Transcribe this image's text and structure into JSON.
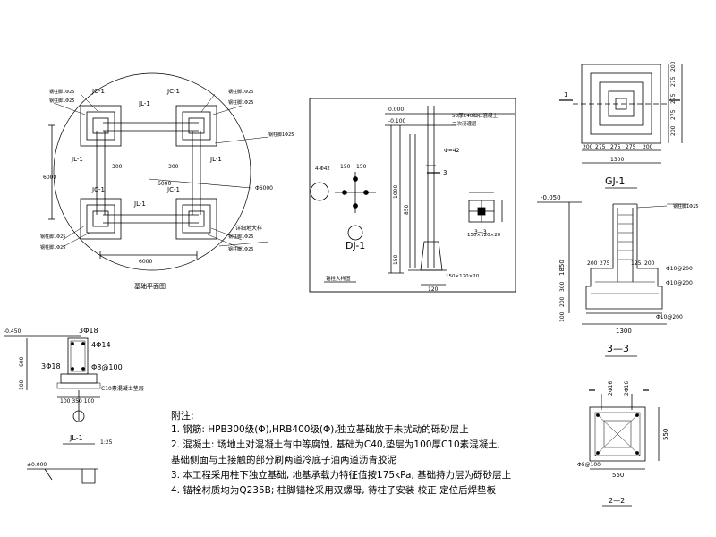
{
  "plan": {
    "title": "基础平面图",
    "jc_labels": [
      "JC-1",
      "JC-1",
      "JC-1",
      "JC-1"
    ],
    "jl_labels": [
      "JL-1",
      "JL-1",
      "JL-1",
      "JL-1"
    ],
    "dims": {
      "d1": "300",
      "d2": "300",
      "d3": "6000",
      "d4": "6000",
      "d5": "6000"
    },
    "diameter": "Φ6000",
    "callouts": {
      "tl1": "钢柱脚1Φ25",
      "tl2": "钢柱脚1Φ25",
      "tr1": "钢柱脚1Φ25",
      "tr2": "钢柱脚1Φ25",
      "bl1": "钢柱脚1Φ25",
      "bl2": "钢柱脚1Φ25",
      "br1": "钢柱脚1Φ25",
      "br2": "钢柱脚1Φ25",
      "mid": "钢柱脚1Φ25",
      "right": "详细地大样"
    }
  },
  "dj": {
    "title": "DJ-1",
    "elev1": "0.000",
    "elev2": "-0.100",
    "spec1": "50厚C40细石混凝土",
    "spec2": "二次浇灌层",
    "phi": "Φ=42",
    "dim_150a": "150",
    "dim_150b": "150",
    "dim_1000": "1000",
    "dim_850": "850",
    "dim_150c": "150",
    "dim_120": "120",
    "plate": "150×120×20",
    "plate2": "150×120×20",
    "anchor": "4-Φ42",
    "section": "3",
    "section_label": "3—3",
    "caption": "锚栓大样图"
  },
  "gj": {
    "title": "GJ-1",
    "label": "1",
    "dims_h": [
      "200",
      "275",
      "275",
      "275",
      "200"
    ],
    "dims_v": [
      "200",
      "275",
      "275",
      "275",
      "200"
    ],
    "total": "1300"
  },
  "sec33": {
    "title": "3—3",
    "elev": "-0.050",
    "dims": [
      "200",
      "275",
      "125",
      "200"
    ],
    "h1": "1850",
    "h2": "100",
    "h3": "200",
    "h4": "300",
    "w": "1300",
    "rebar1": "Φ10@200",
    "rebar2": "Φ10@200",
    "rebar3": "Φ10@200",
    "callout": "钢柱脚1Φ25"
  },
  "jl": {
    "title": "JL-1",
    "scale": "1:25",
    "elev": "-0.450",
    "r1": "3Φ18",
    "r2": "4Φ14",
    "r3": "3Φ18",
    "r4": "Φ8@100",
    "d600": "600",
    "d100": "100",
    "d350": "100 350 100",
    "c10": "C10素混凝土垫层"
  },
  "sec22": {
    "title": "2—2",
    "r1": "2Φ16",
    "r2": "2Φ16",
    "r3": "Φ8@100",
    "w": "550",
    "h": "550"
  },
  "elev_small": {
    "elev": "±0.000"
  },
  "notes": {
    "title": "附注:",
    "lines": [
      "1. 钢筋: HPB300级(Φ),HRB400级(Φ),独立基础放于未扰动的砾砂层上",
      "2. 混凝土: 场地土对混凝土有中等腐蚀, 基础为C40,垫层为100厚C10素混凝土,",
      "    基础侧面与土接触的部分刷两道冷底子油两道沥青胶泥",
      "3. 本工程采用柱下独立基础, 地基承载力特征值按175kPa, 基础持力层为砾砂层上",
      "4. 锚栓材质均为Q235B; 柱脚锚栓采用双螺母, 待柱子安装 校正 定位后焊垫板"
    ]
  }
}
